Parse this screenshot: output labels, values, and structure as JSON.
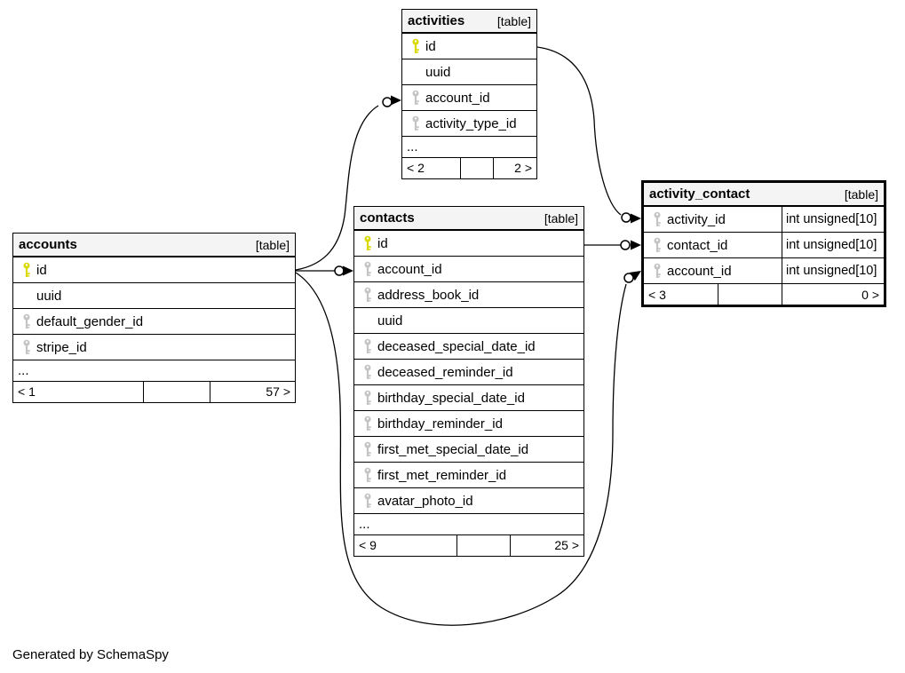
{
  "footer_note": "Generated by SchemaSpy",
  "colors": {
    "border": "#000000",
    "header_bg": "#f4f4f4",
    "pk_key": "#d9d900",
    "fk_key": "#c4c4c4"
  },
  "tables": [
    {
      "id": "activities",
      "name": "activities",
      "badge": "[table]",
      "columns": [
        {
          "name": "id",
          "key": "pk"
        },
        {
          "name": "uuid",
          "key": ""
        },
        {
          "name": "account_id",
          "key": "fk"
        },
        {
          "name": "activity_type_id",
          "key": "fk"
        },
        {
          "name": "...",
          "key": "ellipsis"
        }
      ],
      "stats": {
        "left": "< 2",
        "middle": "",
        "right": "2 >"
      }
    },
    {
      "id": "accounts",
      "name": "accounts",
      "badge": "[table]",
      "columns": [
        {
          "name": "id",
          "key": "pk"
        },
        {
          "name": "uuid",
          "key": ""
        },
        {
          "name": "default_gender_id",
          "key": "fk"
        },
        {
          "name": "stripe_id",
          "key": "fk"
        },
        {
          "name": "...",
          "key": "ellipsis"
        }
      ],
      "stats": {
        "left": "< 1",
        "middle": "",
        "right": "57 >"
      }
    },
    {
      "id": "contacts",
      "name": "contacts",
      "badge": "[table]",
      "columns": [
        {
          "name": "id",
          "key": "pk"
        },
        {
          "name": "account_id",
          "key": "fk"
        },
        {
          "name": "address_book_id",
          "key": "fk"
        },
        {
          "name": "uuid",
          "key": ""
        },
        {
          "name": "deceased_special_date_id",
          "key": "fk"
        },
        {
          "name": "deceased_reminder_id",
          "key": "fk"
        },
        {
          "name": "birthday_special_date_id",
          "key": "fk"
        },
        {
          "name": "birthday_reminder_id",
          "key": "fk"
        },
        {
          "name": "first_met_special_date_id",
          "key": "fk"
        },
        {
          "name": "first_met_reminder_id",
          "key": "fk"
        },
        {
          "name": "avatar_photo_id",
          "key": "fk"
        },
        {
          "name": "...",
          "key": "ellipsis"
        }
      ],
      "stats": {
        "left": "< 9",
        "middle": "",
        "right": "25 >"
      }
    },
    {
      "id": "activity_contact",
      "name": "activity_contact",
      "badge": "[table]",
      "columns": [
        {
          "name": "activity_id",
          "key": "fk",
          "type": "int unsigned[10]"
        },
        {
          "name": "contact_id",
          "key": "fk",
          "type": "int unsigned[10]"
        },
        {
          "name": "account_id",
          "key": "fk",
          "type": "int unsigned[10]"
        }
      ],
      "stats": {
        "left": "< 3",
        "middle": "",
        "right": "0 >"
      }
    }
  ],
  "relationships": [
    {
      "from": "accounts.id",
      "to": "activities.account_id"
    },
    {
      "from": "accounts.id",
      "to": "contacts.account_id"
    },
    {
      "from": "accounts.id",
      "to": "activity_contact.account_id"
    },
    {
      "from": "activities.id",
      "to": "activity_contact.activity_id"
    },
    {
      "from": "contacts.id",
      "to": "activity_contact.contact_id"
    }
  ]
}
